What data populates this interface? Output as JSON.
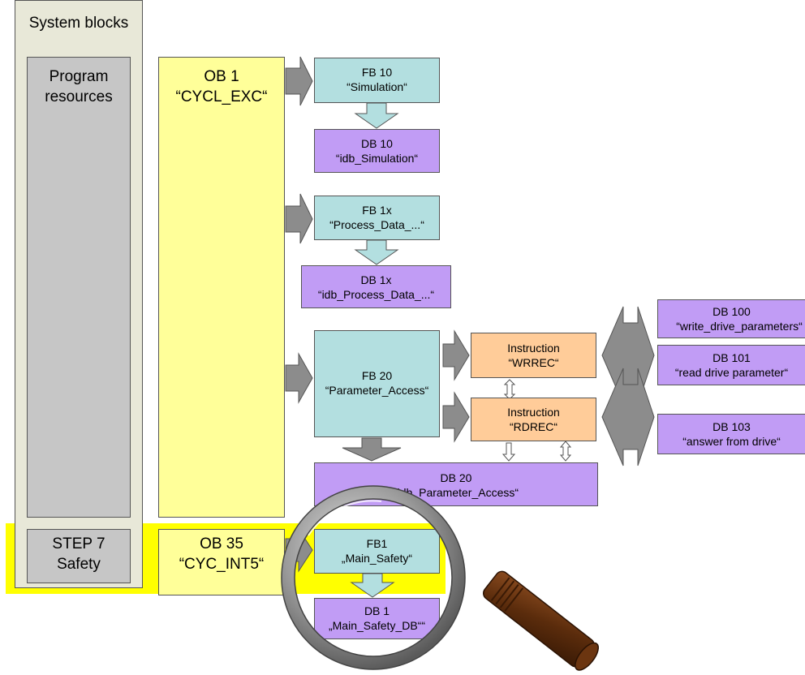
{
  "colors": {
    "system_blocks": "#e8e8d8",
    "resources": "#c6c6c6",
    "organization_block": "#ffff99",
    "function_block": "#b3dfe0",
    "data_block": "#c19cf5",
    "instruction": "#ffcc99",
    "safety_highlight": "#ffff00",
    "arrow": "#8c8c8c"
  },
  "system_blocks": {
    "label": "System blocks"
  },
  "program_resources": {
    "line1": "Program",
    "line2": "resources"
  },
  "step7_safety": {
    "line1": "STEP 7",
    "line2": "Safety"
  },
  "ob1": {
    "line1": "OB 1",
    "line2": "“CYCL_EXC“"
  },
  "ob35": {
    "line1": "OB 35",
    "line2": "“CYC_INT5“"
  },
  "fb10": {
    "line1": "FB 10",
    "line2": "“Simulation“"
  },
  "db10": {
    "line1": "DB 10",
    "line2": "“idb_Simulation“"
  },
  "fb1x": {
    "line1": "FB 1x",
    "line2": "“Process_Data_...“"
  },
  "db1x": {
    "line1": "DB 1x",
    "line2": "“idb_Process_Data_...“"
  },
  "fb20": {
    "line1": "FB 20",
    "line2": "“Parameter_Access“"
  },
  "db20": {
    "line1": "DB 20",
    "line2": "“idb_Parameter_Access“"
  },
  "wrrec": {
    "line1": "Instruction",
    "line2": "“WRREC“"
  },
  "rdrec": {
    "line1": "Instruction",
    "line2": "“RDREC“"
  },
  "db100": {
    "line1": "DB 100",
    "line2": "“write_drive_parameters“"
  },
  "db101": {
    "line1": "DB 101",
    "line2": "“read drive parameter“"
  },
  "db103": {
    "line1": "DB 103",
    "line2": "“answer from drive“"
  },
  "fb1_safety": {
    "line1": "FB1",
    "line2": "„Main_Safety“"
  },
  "db1_safety": {
    "line1": "DB 1",
    "line2": "„Main_Safety_DB““"
  }
}
